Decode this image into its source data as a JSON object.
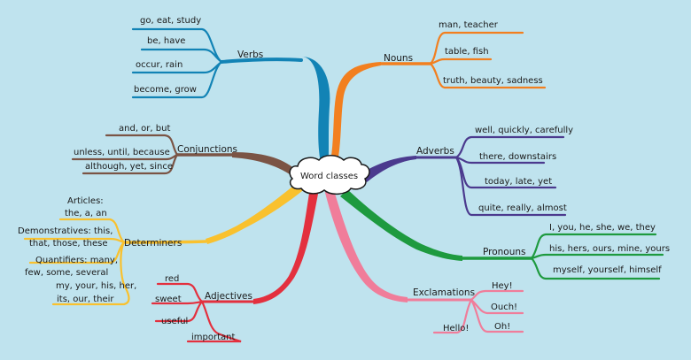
{
  "center": {
    "label": "Word classes"
  },
  "branches": [
    {
      "key": "verbs",
      "label": "Verbs",
      "color": "#1283b5",
      "items": [
        "go, eat, study",
        "be, have",
        "occur, rain",
        "become, grow"
      ]
    },
    {
      "key": "nouns",
      "label": "Nouns",
      "color": "#f27f1f",
      "items": [
        "man, teacher",
        "table, fish",
        "truth, beauty, sadness"
      ]
    },
    {
      "key": "conjunctions",
      "label": "Conjunctions",
      "color": "#7b5445",
      "items": [
        "and, or, but",
        "unless, until, because",
        "although, yet, since"
      ]
    },
    {
      "key": "adverbs",
      "label": "Adverbs",
      "color": "#4b3a8e",
      "items": [
        "well, quickly, carefully",
        "there, downstairs",
        "today, late, yet",
        "quite, really, almost"
      ]
    },
    {
      "key": "determiners",
      "label": "Determiners",
      "color": "#f9c12e",
      "items": [
        "Articles:|the, a, an",
        "Demonstratives: this,|that, those, these",
        "Quantifiers: many,|few, some, several",
        "my, your, his, her,|its, our, their"
      ]
    },
    {
      "key": "pronouns",
      "label": "Pronouns",
      "color": "#1e9a3f",
      "items": [
        "I, you, he, she, we, they",
        "his, hers, ours, mine, yours",
        "myself, yourself, himself"
      ]
    },
    {
      "key": "adjectives",
      "label": "Adjectives",
      "color": "#e3303e",
      "items": [
        "red",
        "sweet",
        "useful",
        "important"
      ]
    },
    {
      "key": "exclamations",
      "label": "Exclamations",
      "color": "#f07d9a",
      "items": [
        "Hey!",
        "Ouch!",
        "Oh!",
        "Hello!"
      ]
    }
  ]
}
